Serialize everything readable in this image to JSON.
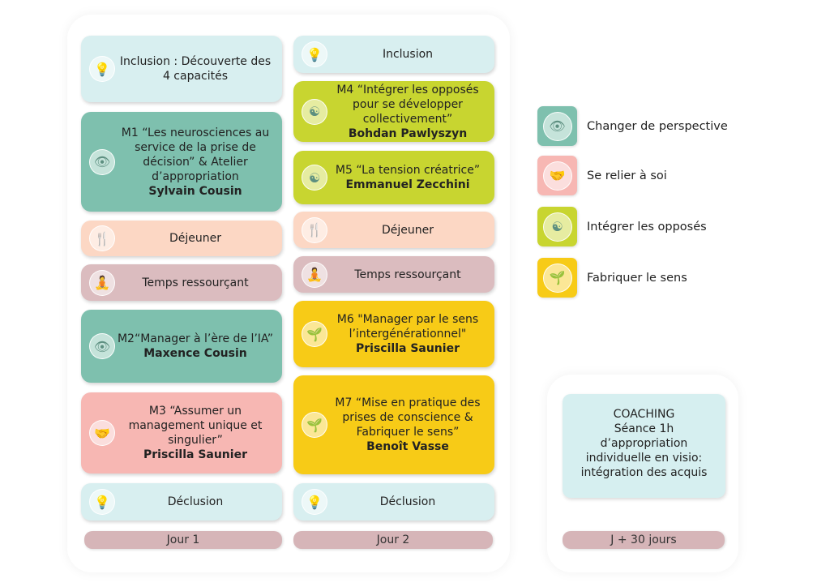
{
  "day1": {
    "cards": [
      {
        "title": "Inclusion : Découverte des 4 capacités",
        "icon": "lightbulb-icon",
        "color": "#d8eff0"
      },
      {
        "title": "M1 “Les neurosciences au service de la prise de décision” & Atelier d’appropriation",
        "speaker": "Sylvain Cousin",
        "icon": "eye-icon",
        "color": "#7ec0ae"
      },
      {
        "title": "Déjeuner",
        "icon": "cutlery-icon",
        "color": "#fcd7c4"
      },
      {
        "title": "Temps ressourçant",
        "icon": "meditation-icon",
        "color": "#dbbcbf"
      },
      {
        "title": "M2“Manager à l’ère de l’IA”",
        "speaker": "Maxence Cousin",
        "icon": "eye-icon",
        "color": "#7ec0ae"
      },
      {
        "title": "M3 “Assumer un management unique et singulier”",
        "speaker": "Priscilla Saunier",
        "icon": "handshake-icon",
        "color": "#f7b7b3"
      },
      {
        "title": "Déclusion",
        "icon": "lightbulb-icon",
        "color": "#d8eff0"
      }
    ],
    "label": "Jour 1"
  },
  "day2": {
    "cards": [
      {
        "title": "Inclusion",
        "icon": "lightbulb-icon",
        "color": "#d8eff0"
      },
      {
        "title": "M4 “Intégrer les opposés pour se développer collectivement”",
        "speaker": "Bohdan Pawlyszyn",
        "icon": "yin-yang-icon",
        "color": "#c8d530"
      },
      {
        "title": "M5 “La tension créatrice”",
        "speaker": "Emmanuel Zecchini",
        "icon": "yin-yang-icon",
        "color": "#c8d530"
      },
      {
        "title": "Déjeuner",
        "icon": "cutlery-icon",
        "color": "#fcd7c4"
      },
      {
        "title": "Temps ressourçant",
        "icon": "meditation-icon",
        "color": "#dbbcbf"
      },
      {
        "title": "M6 \"Manager par le sens l’intergénérationnel\"",
        "speaker": "Priscilla Saunier",
        "icon": "hands-seed-icon",
        "color": "#f7cb17"
      },
      {
        "title": "M7 “Mise en pratique des prises de conscience & Fabriquer le sens”",
        "speaker": "Benoît Vasse",
        "icon": "hands-seed-icon",
        "color": "#f7cb17"
      },
      {
        "title": "Déclusion",
        "icon": "lightbulb-icon",
        "color": "#d8eff0"
      }
    ],
    "label": "Jour 2"
  },
  "legend": [
    {
      "label": "Changer de perspective",
      "icon": "eye-icon",
      "color": "#7ec0ae"
    },
    {
      "label": "Se relier à soi",
      "icon": "handshake-icon",
      "color": "#f7b7b3"
    },
    {
      "label": "Intégrer les opposés",
      "icon": "yin-yang-icon",
      "color": "#c8d530"
    },
    {
      "label": "Fabriquer le sens",
      "icon": "hands-seed-icon",
      "color": "#f7cb17"
    }
  ],
  "coaching": {
    "title": "COACHING",
    "line1": "Séance 1h",
    "line2": "d’appropriation",
    "line3": "individuelle en visio:",
    "line4": "intégration des acquis",
    "label": "J + 30 jours"
  }
}
